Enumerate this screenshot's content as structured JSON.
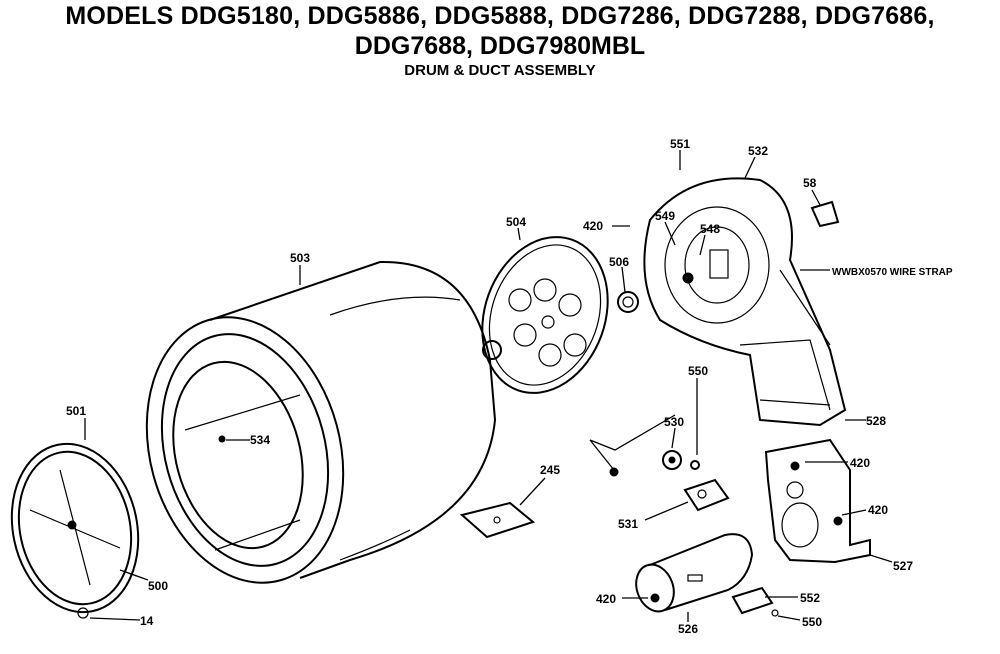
{
  "header": {
    "line1": "MODELS DDG5180, DDG5886, DDG5888, DDG7286, DDG7288, DDG7686,",
    "line2": "DDG7688, DDG7980MBL",
    "subtitle": "DRUM & DUCT ASSEMBLY"
  },
  "labels": {
    "p501": "501",
    "p500": "500",
    "p14": "14",
    "p503": "503",
    "p504": "504",
    "p534": "534",
    "p245": "245",
    "p506": "506",
    "p420_top": "420",
    "p551": "551",
    "p532": "532",
    "p549": "549",
    "p548": "548",
    "p58": "58",
    "wire_strap": "WWBX0570 WIRE STRAP",
    "p528": "528",
    "p550_top": "550",
    "p530": "530",
    "p531": "531",
    "p420_mid": "420",
    "p420_right": "420",
    "p527": "527",
    "p420_low": "420",
    "p526": "526",
    "p552": "552",
    "p550_low": "550"
  }
}
